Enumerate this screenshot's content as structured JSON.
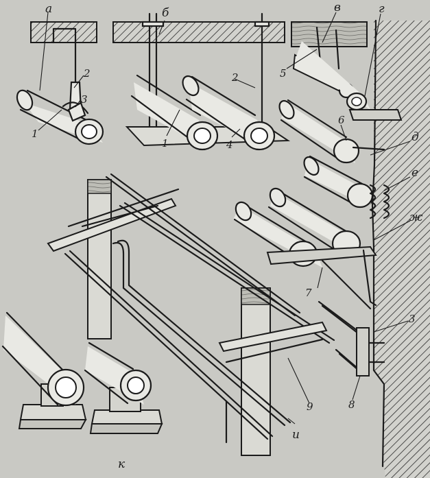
{
  "letters": [
    "а",
    "б",
    "в",
    "г",
    "д",
    "е",
    "ж",
    "к",
    "и"
  ],
  "numbers": [
    "2",
    "3",
    "1",
    "2",
    "1",
    "4",
    "5",
    "6",
    "7",
    "3",
    "9",
    "8"
  ],
  "colors": {
    "paper": "#c9c9c4",
    "ink": "#1b1b1b",
    "pipe": "#e9e9e4"
  }
}
